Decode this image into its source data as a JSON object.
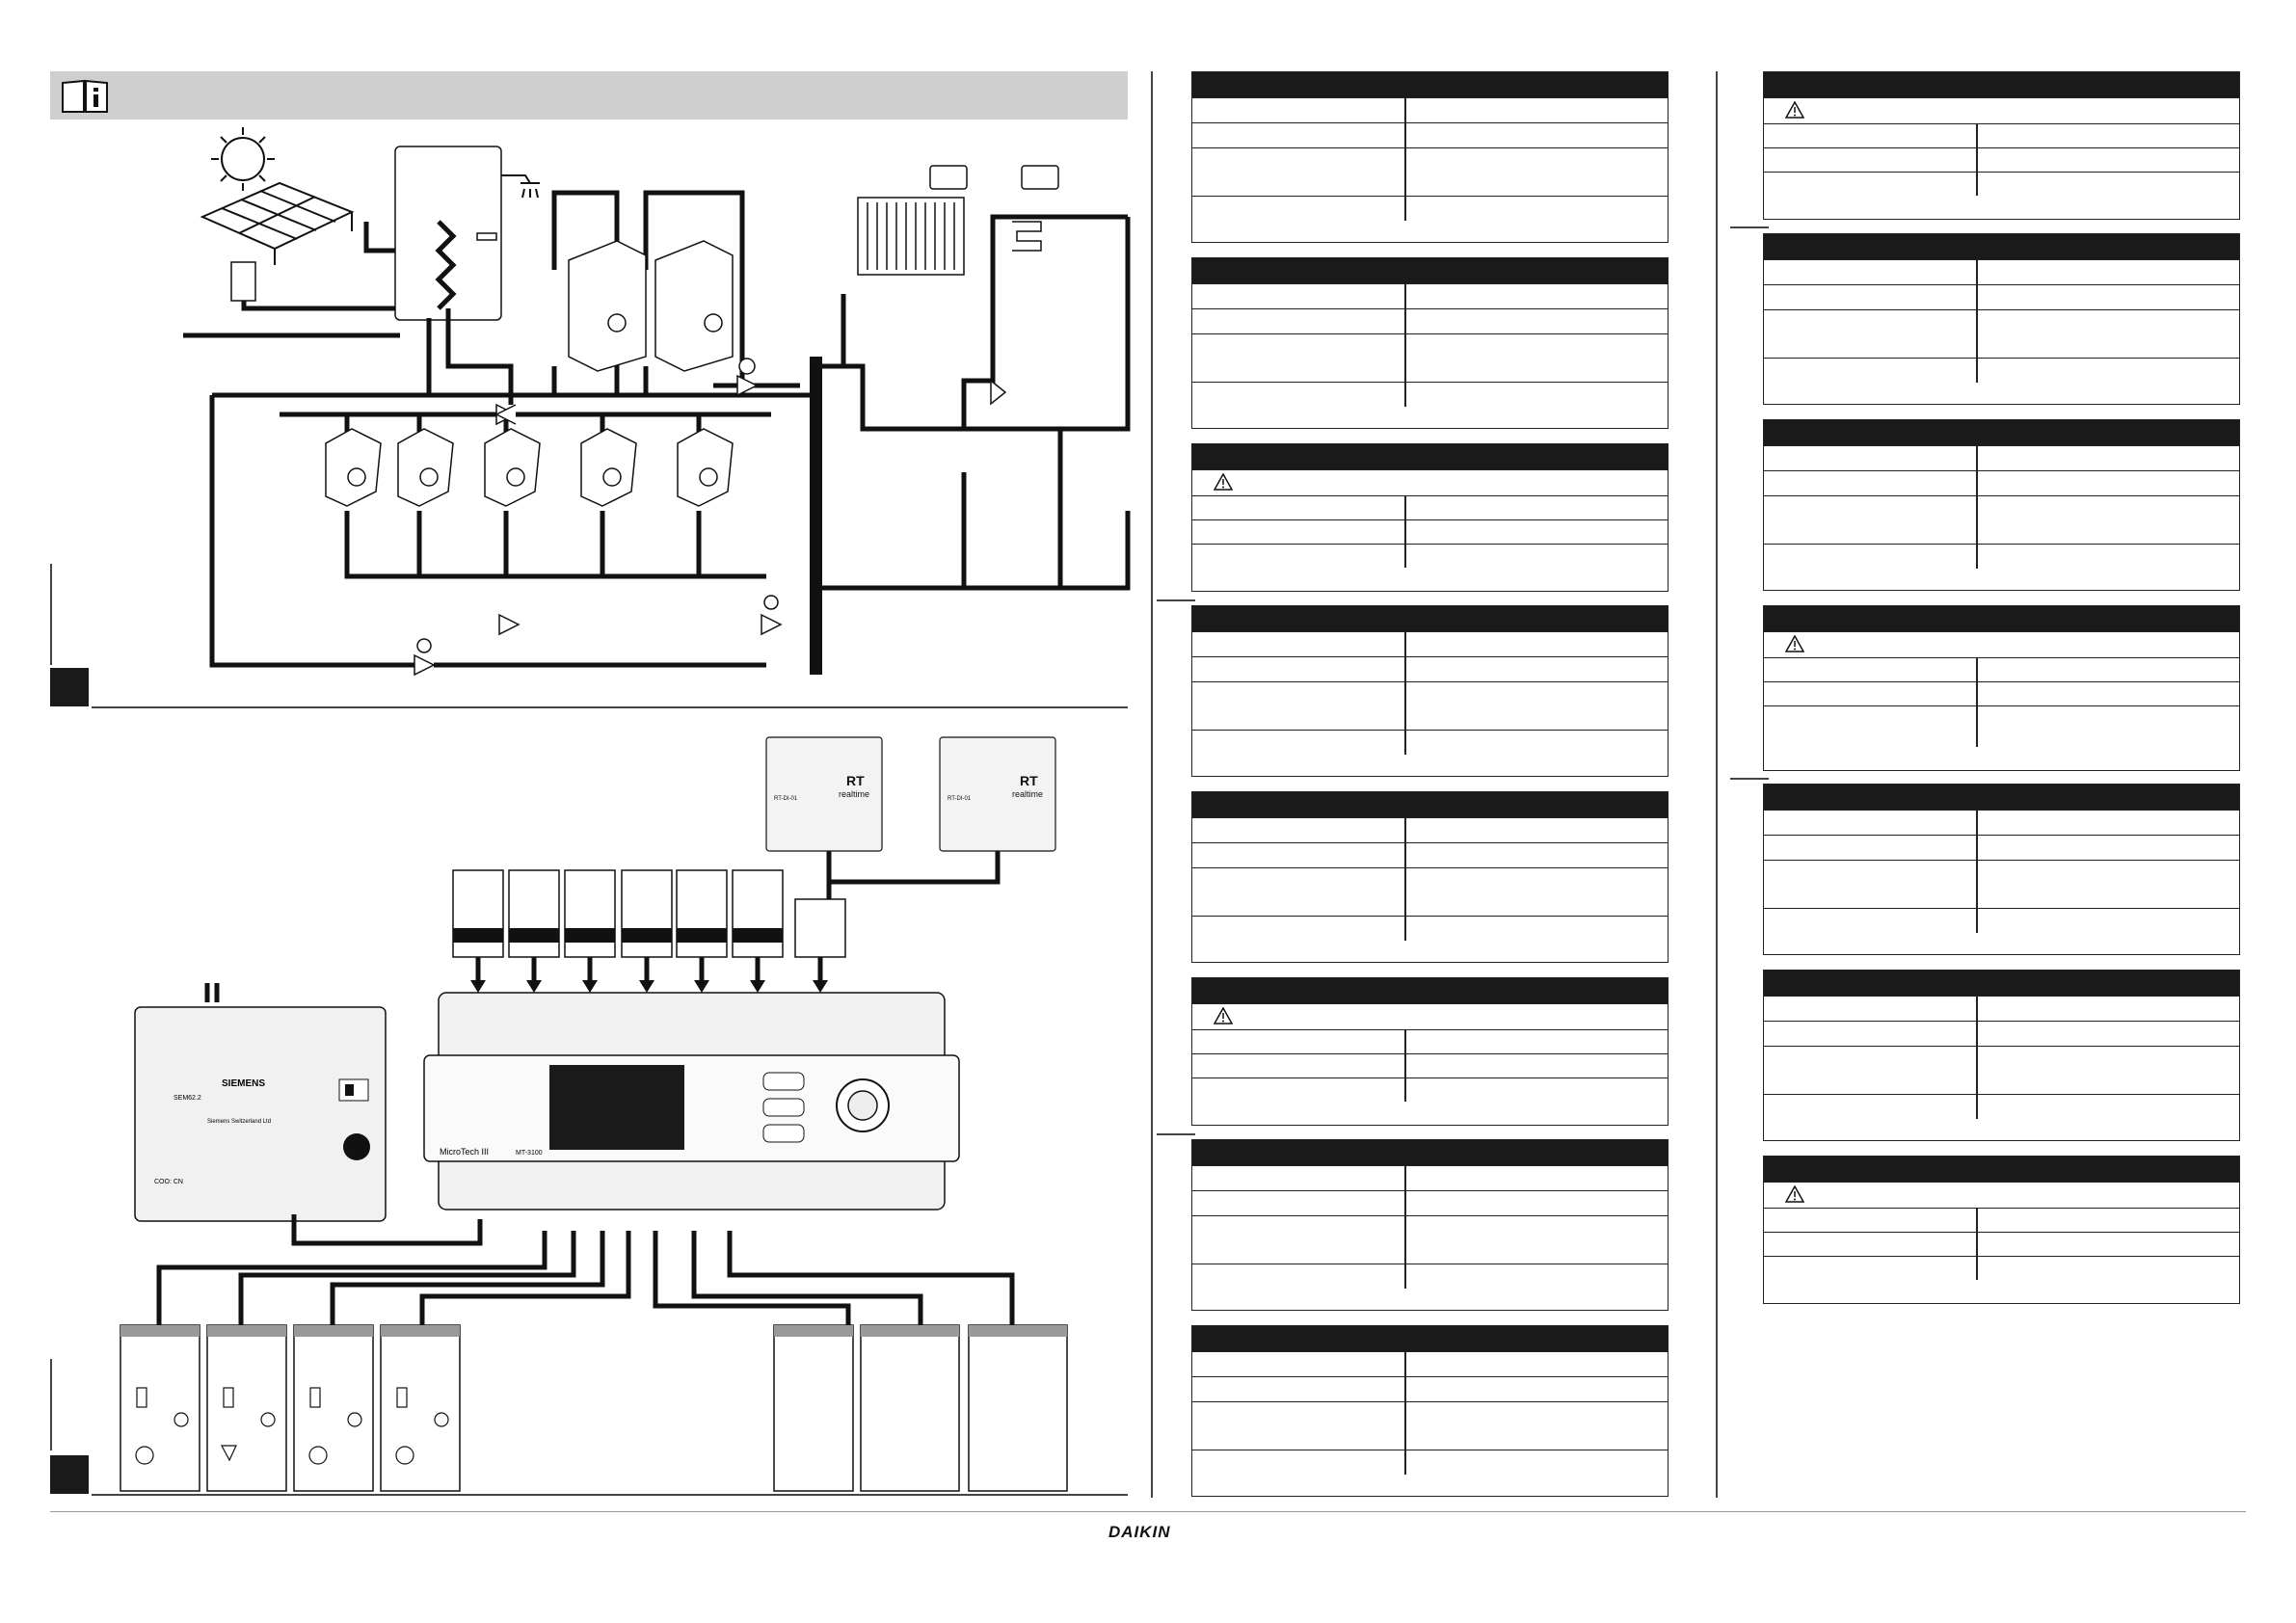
{
  "brand": {
    "logo_text": "DAIKIN"
  },
  "controller": {
    "name": "MicroTech III",
    "model": "MT-3100",
    "power_module_brand": "SIEMENS",
    "power_module_model": "SEM62.2",
    "power_module_maker": "Siemens Switzerland Ltd",
    "power_module_label": "COO: CN"
  },
  "interfaces": [
    {
      "brand": "realtime",
      "label": "RT-DI-01"
    },
    {
      "brand": "realtime",
      "label": "RT-DI-01"
    }
  ],
  "icons": {
    "info": "book-info-icon",
    "warning": "warning-triangle-icon"
  },
  "colors": {
    "header_bar": "#cfcfcf",
    "table_header": "#1a1a1a"
  }
}
